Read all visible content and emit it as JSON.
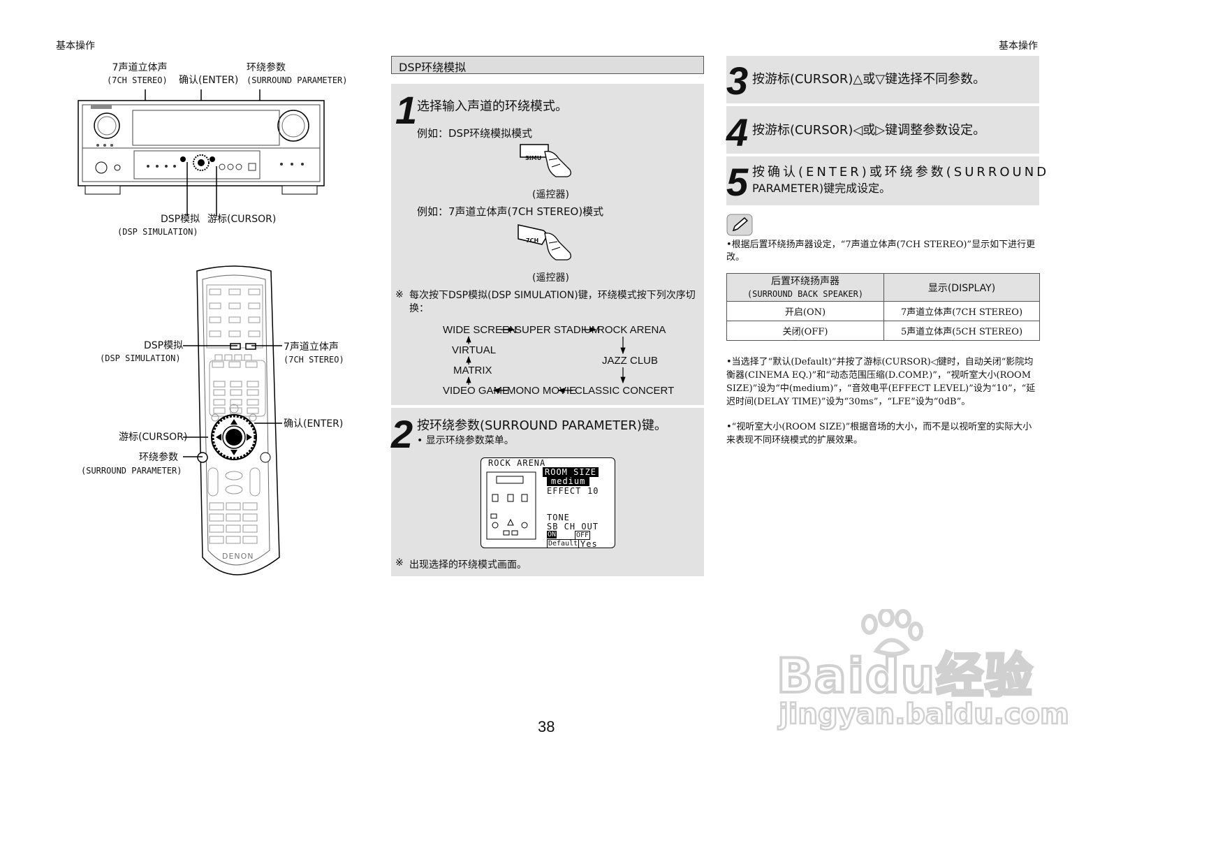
{
  "header": {
    "left": "基本操作",
    "right": "基本操作"
  },
  "receiver_labels": {
    "stereo7": "7声道立体声",
    "stereo7_en": "(7CH STEREO)",
    "enter": "确认(ENTER)",
    "surround": "环绕参数",
    "surround_en": "(SURROUND PARAMETER)",
    "dsp": "DSP模拟",
    "dsp_en": "(DSP SIMULATION)",
    "cursor": "游标(CURSOR)"
  },
  "remote_labels": {
    "dsp": "DSP模拟",
    "dsp_en": "(DSP SIMULATION)",
    "stereo7": "7声道立体声",
    "stereo7_en": "(7CH STEREO)",
    "enter": "确认(ENTER)",
    "cursor": "游标(CURSOR)",
    "surround": "环绕参数",
    "surround_en": "(SURROUND PARAMETER)",
    "brand": "DENON"
  },
  "section": {
    "title": "DSP环绕模拟"
  },
  "step1": {
    "num": "1",
    "text": "选择输入声道的环绕模式。",
    "example1": "例如：DSP环绕模拟模式",
    "button1": "SIMU",
    "caption1": "(遥控器)",
    "example2": "例如：7声道立体声(7CH STEREO)模式",
    "button2": "7CH",
    "caption2": "(遥控器)",
    "note_mark": "※",
    "note": "每次按下DSP模拟(DSP  SIMULATION)键，环绕模式按下列次序切换："
  },
  "flow": {
    "wide_screen": "WIDE SCREEN",
    "super_stadium": "SUPER STADIUM",
    "rock_arena": "ROCK ARENA",
    "virtual": "VIRTUAL",
    "jazz_club": "JAZZ CLUB",
    "matrix": "MATRIX",
    "video_game": "VIDEO GAME",
    "mono_movie": "MONO MOVIE",
    "classic_concert": "CLASSIC CONCERT"
  },
  "step2": {
    "num": "2",
    "text": "按环绕参数(SURROUND  PARAMETER)键。",
    "sub": "• 显示环绕参数菜单。",
    "osd": {
      "mode": "ROCK  ARENA",
      "room_size": "ROOM SIZE",
      "room_value": "medium",
      "effect": "EFFECT",
      "effect_value": "10",
      "tone": "TONE",
      "sb_ch_out": "SB CH OUT",
      "on": "ON",
      "off": "OFF",
      "default": "Default",
      "yes": "Yes"
    },
    "note_mark": "※",
    "note": "出现选择的环绕模式画面。"
  },
  "step3": {
    "num": "3",
    "text": "按游标(CURSOR)△或▽键选择不同参数。"
  },
  "step4": {
    "num": "4",
    "text": "按游标(CURSOR)◁或▷键调整参数设定。"
  },
  "step5": {
    "num": "5",
    "text": "按确认(ENTER)或环绕参数(SURROUND",
    "text2": "PARAMETER)键完成设定。"
  },
  "notes": {
    "intro": "•根据后置环绕扬声器设定，“7声道立体声(7CH STEREO)”显示如下进行更改。",
    "table": {
      "h1a": "后置环绕扬声器",
      "h1b": "(SURROUND BACK SPEAKER)",
      "h2": "显示(DISPLAY)",
      "r1c1": "开启(ON)",
      "r1c2": "7声道立体声(7CH STEREO)",
      "r2c1": "关闭(OFF)",
      "r2c2": "5声道立体声(5CH STEREO)"
    },
    "bullet1": "•当选择了“默认(Default)”并按了游标(CURSOR)◁键时，自动关闭“影院均衡器(CINEMA EQ.)”和“动态范围压缩(D.COMP.)”，“视听室大小(ROOM  SIZE)”设为“中(medium)”，“音效电平(EFFECT LEVEL)”设为“10”，“延迟时间(DELAY TIME)”设为“30ms”，“LFE”设为“0dB”。",
    "bullet2": "•“视听室大小(ROOM SIZE)”根据音场的大小，而不是以视听室的实际大小来表现不同环绕模式的扩展效果。"
  },
  "page_number": "38",
  "watermark": {
    "logo": "Baidu经验",
    "url": "jingyan.baidu.com"
  }
}
